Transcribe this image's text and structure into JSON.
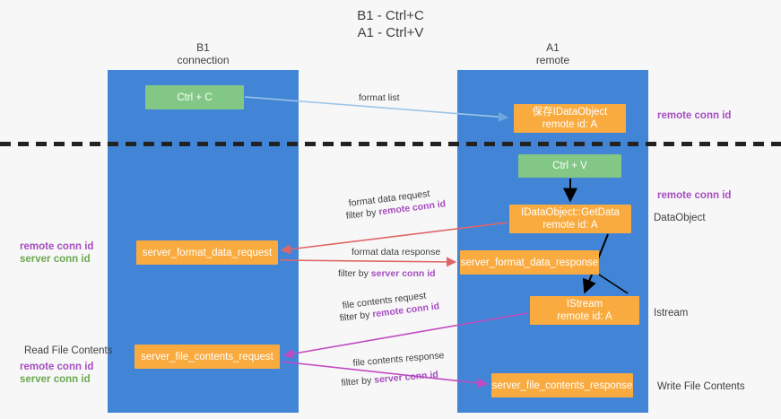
{
  "title": {
    "line1": "B1 - Ctrl+C",
    "line2": "A1 - Ctrl+V"
  },
  "lanes": [
    {
      "id": "b1",
      "name": "B1",
      "role": "connection",
      "color": "#4285d6"
    },
    {
      "id": "a1",
      "name": "A1",
      "role": "remote",
      "color": "#4285d6"
    }
  ],
  "nodes": {
    "ctrl_c": {
      "label": "Ctrl + C",
      "color": "#82c785"
    },
    "idataobject": {
      "line1": "保存IDataObject",
      "line2": "remote id: A",
      "color": "#f9ab40"
    },
    "ctrl_v": {
      "label": "Ctrl + V",
      "color": "#82c785"
    },
    "getdata": {
      "line1": "IDataObject::GetData",
      "line2": "remote id: A",
      "color": "#f9ab40"
    },
    "server_format_data_request": {
      "label": "server_format_data_request",
      "color": "#f9ab40"
    },
    "server_format_data_response": {
      "label": "server_format_data_response",
      "color": "#f9ab40"
    },
    "istream": {
      "line1": "IStream",
      "line2": "remote id: A",
      "color": "#f9ab40"
    },
    "server_file_contents_request": {
      "label": "server_file_contents_request",
      "color": "#f9ab40"
    },
    "server_file_contents_response": {
      "label": "server_file_contents_response",
      "color": "#f9ab40"
    }
  },
  "flows": {
    "format_list": "format list",
    "format_data_request": "format data request",
    "format_data_request_filter_prefix": "filter by ",
    "format_data_request_filter_key": "remote conn id",
    "format_data_response": "format data response",
    "format_data_response_filter_prefix": "filter by ",
    "format_data_response_filter_key": "server conn id",
    "file_contents_request": "file contents request",
    "file_contents_request_filter_prefix": "filter by ",
    "file_contents_request_filter_key": "remote conn id",
    "file_contents_response": "file contents response",
    "file_contents_response_filter_prefix": "filter by ",
    "file_contents_response_filter_key": "server conn id"
  },
  "annotations": {
    "right_remote_conn_id_top": "remote conn id",
    "right_remote_conn_id_mid": "remote conn id",
    "right_dataobject": "DataObject",
    "right_istream": "Istream",
    "right_write_file_contents": "Write File Contents",
    "left_remote_conn_id_1": "remote conn id",
    "left_server_conn_id_1": "server conn id",
    "left_read_file_contents": "Read File Contents",
    "left_remote_conn_id_2": "remote conn id",
    "left_server_conn_id_2": "server conn id"
  },
  "colors": {
    "remote_conn_id": "#a64dc0",
    "server_conn_id_green": "#6aa84f",
    "server_conn_id_purple": "#a64dc0",
    "lane": "#4285d6",
    "green_node": "#82c785",
    "orange_node": "#f9ab40",
    "arrow_blue": "#9fc5e8",
    "arrow_red": "#e06666",
    "arrow_magenta": "#c24ac2",
    "arrow_black": "#000000",
    "divider": "#222222"
  }
}
